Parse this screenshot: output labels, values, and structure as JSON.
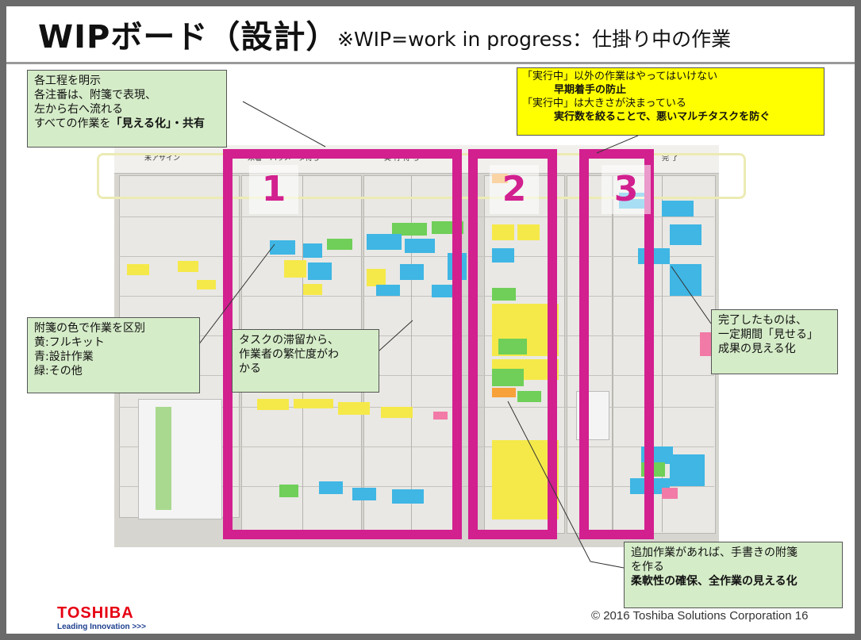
{
  "title": {
    "main": "WIPボード（設計）",
    "sub": "※WIP=work in progress：仕掛り中の作業"
  },
  "board": {
    "headers": [
      "未アサイン",
      "未着",
      "パラメータ待ち",
      "実 行 待 ち",
      "完 了"
    ],
    "column_numbers": [
      "1",
      "2",
      "3"
    ],
    "highlight_color": "#d2208f"
  },
  "callouts": {
    "process": {
      "lines": [
        "各工程を明示",
        "各注番は、附箋で表現、",
        "左から右へ流れる"
      ],
      "last_prefix": "すべての作業を",
      "last_bold": "「見える化」・共有"
    },
    "wip_limit": {
      "line1": "「実行中」以外の作業はやってはいけない",
      "line2": "早期着手の防止",
      "line3": "「実行中」は大きさが決まっている",
      "line4": "実行数を絞ることで、悪いマルチタスクを防ぐ"
    },
    "colors": {
      "lines": [
        "附箋の色で作業を区別",
        "黄:フルキット",
        "青:設計作業",
        "緑:その他"
      ]
    },
    "stagnation": {
      "lines": [
        "タスクの滞留から、",
        "作業者の繁忙度がわ",
        "かる"
      ]
    },
    "done": {
      "lines": [
        "完了したものは、",
        "一定期間「見せる」",
        "成果の見える化"
      ]
    },
    "additional": {
      "lines": [
        "追加作業があれば、手書きの附箋",
        "を作る"
      ],
      "bold": "柔軟性の確保、全作業の見える化"
    }
  },
  "footer": {
    "logo": "TOSHIBA",
    "tagline": "Leading Innovation >>>",
    "copyright": "© 2016 Toshiba Solutions Corporation  16"
  },
  "colors": {
    "callout_green": "#d5ecc8",
    "callout_yellow": "#ffff00",
    "sticky_yellow": "#f5e94a",
    "sticky_blue": "#3fb6e4",
    "sticky_green": "#6fcf58",
    "sticky_orange": "#f7a13a",
    "sticky_pink": "#f27aa6",
    "logo_red": "#e60012"
  }
}
